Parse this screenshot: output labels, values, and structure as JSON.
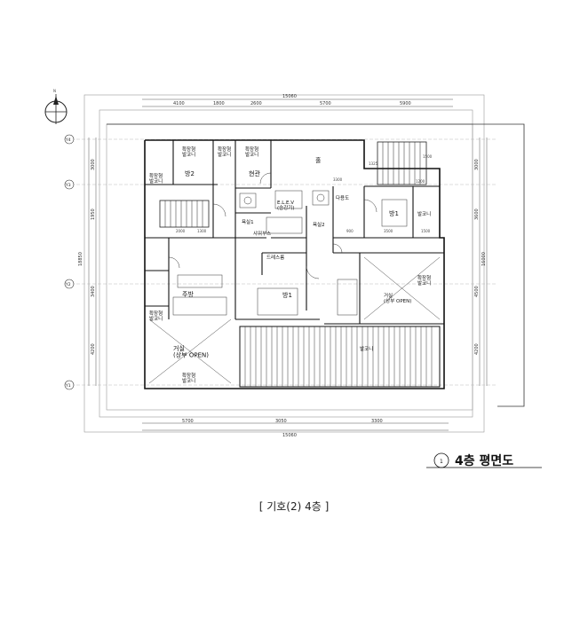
{
  "drawing": {
    "title": "4층 평면도",
    "title_number": "1",
    "north_mark": "N",
    "caption": "[ 기호(2) 4층 ]"
  },
  "dimensions": {
    "top_overall": "15060",
    "top_segments": [
      "4100",
      "1800",
      "2600",
      "5700",
      "5900"
    ],
    "bottom_overall": "15060",
    "bottom_segments": [
      "5700",
      "3050",
      "3300"
    ],
    "left_overall": "18850",
    "left_segments": [
      "3000",
      "1950",
      "3400",
      "4200"
    ],
    "right_overall": "16000",
    "right_segments": [
      "3000",
      "3600",
      "4500",
      "4200"
    ]
  },
  "grid_labels": [
    "Y4",
    "Y3",
    "Y2",
    "Y1"
  ],
  "rooms": {
    "balcony_tl": "확장형\n발코니",
    "balcony_t1": "확장형\n발코니",
    "balcony_t2": "확장형\n발코니",
    "balcony_t3": "확장형\n발코니",
    "room2": "방2",
    "entrance": "현관",
    "hall": "홀",
    "room1_right": "방1",
    "balcony_right": "발코니",
    "dress": "드레스룸",
    "room1_center": "방1",
    "kitchen": "주방",
    "living": "거실\n(상부 OPEN)",
    "balcony_bl": "확장형\n발코니",
    "balcony_l": "확장형\n발코니",
    "open_right": "거실\n(상부 OPEN)",
    "balcony_rm": "확장형\n발코니",
    "bath1": "욕실1",
    "bath2": "욕실2",
    "shower": "샤워부스",
    "elev": "E.L.E.V\n(승강기)",
    "deck": "발코니",
    "utility": "다용도"
  },
  "small_dims": [
    "2000",
    "1300",
    "3500",
    "1500",
    "3300",
    "1325",
    "1500",
    "1200",
    "900"
  ]
}
